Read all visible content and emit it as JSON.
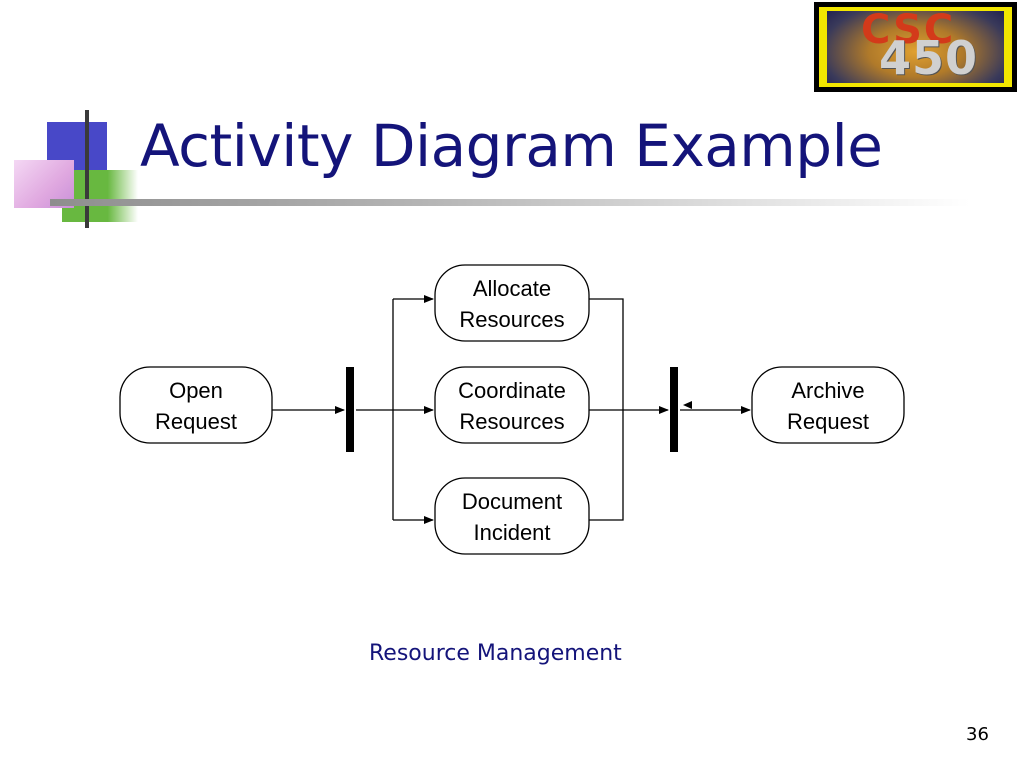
{
  "slide": {
    "title": "Activity Diagram Example",
    "caption": "Resource Management",
    "page_number": "36"
  },
  "logo": {
    "line1": "CSC",
    "line2": "450"
  },
  "diagram": {
    "nodes": {
      "open_request": [
        "Open",
        "Request"
      ],
      "allocate_resources": [
        "Allocate",
        "Resources"
      ],
      "coordinate_resources": [
        "Coordinate",
        "Resources"
      ],
      "document_incident": [
        "Document",
        "Incident"
      ],
      "archive_request": [
        "Archive",
        "Request"
      ]
    }
  },
  "colors": {
    "title": "#14147a",
    "caption": "#14147a",
    "deco_blue": "#4848c8",
    "deco_green": "#68b840",
    "deco_pink": "#e8b8e8"
  }
}
